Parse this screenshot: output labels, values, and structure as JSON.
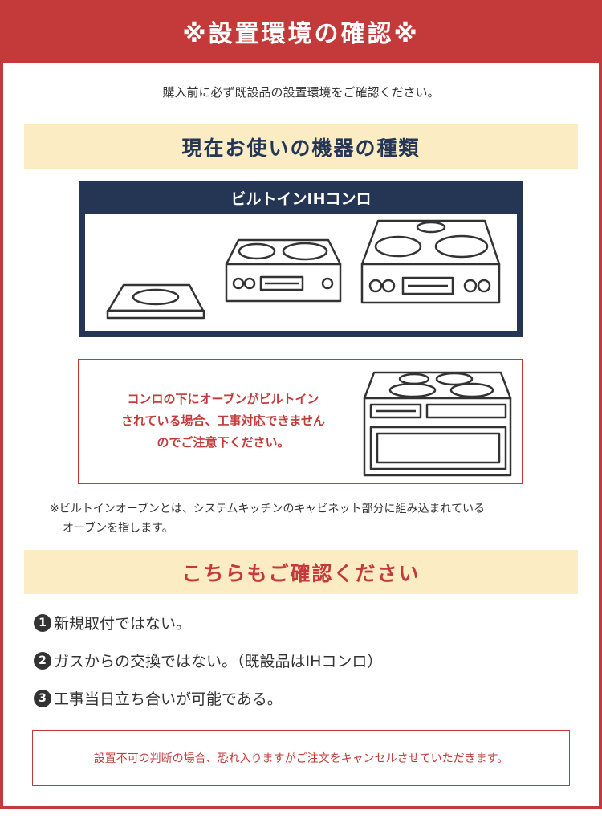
{
  "header": {
    "title": "※設置環境の確認※"
  },
  "intro": "購入前に必ず既設品の設置環境をご確認ください。",
  "device_section": {
    "heading": "現在お使いの機器の種類",
    "device_type": "ビルトインIHコンロ",
    "illustrations": [
      "single-burner-ih-icon",
      "two-burner-ih-icon",
      "three-burner-ih-icon"
    ]
  },
  "warning": {
    "lines": [
      "コンロの下にオーブンがビルトイン",
      "されている場合、工事対応できません",
      "のでご注意下ください。"
    ],
    "illustration": "ih-with-built-in-oven-icon"
  },
  "note": {
    "lines": [
      "※ビルトインオーブンとは、システムキッチンのキャビネット部分に組み込まれている",
      "オーブンを指します。"
    ]
  },
  "confirm_section": {
    "heading": "こちらもご確認ください",
    "items": [
      {
        "num": "1",
        "text": "新規取付ではない。"
      },
      {
        "num": "2",
        "text": "ガスからの交換ではない。（既設品はIHコンロ）"
      },
      {
        "num": "3",
        "text": "工事当日立ち合いが可能である。"
      }
    ]
  },
  "cancel_notice": "設置不可の判断の場合、恐れ入りますがご注文をキャンセルさせていただきます。",
  "colors": {
    "accent_red": "#c43a3a",
    "navy": "#243653",
    "band": "#fbecc4"
  }
}
